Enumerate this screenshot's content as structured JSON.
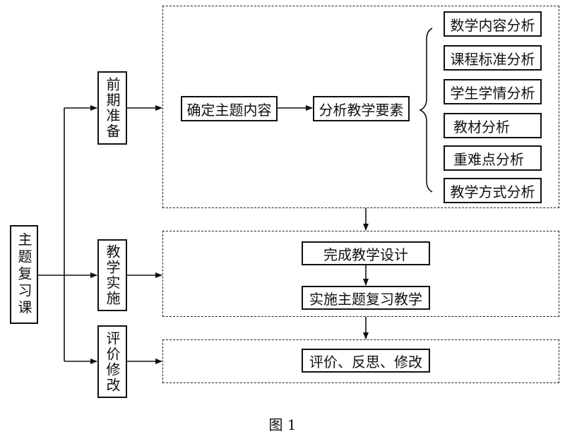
{
  "root": "主题复习课",
  "stages": [
    {
      "name": "stage-prep",
      "label": "前期准备"
    },
    {
      "name": "stage-implement",
      "label": "教学实施"
    },
    {
      "name": "stage-evaluate",
      "label": "评价修改"
    }
  ],
  "prep": {
    "determine": "确定主题内容",
    "analyze": "分析教学要素",
    "elements": [
      "数学内容分析",
      "课程标准分析",
      "学生学情分析",
      "教材分析",
      "重难点分析",
      "教学方式分析"
    ]
  },
  "implement": {
    "design": "完成教学设计",
    "teach": "实施主题复习教学"
  },
  "evaluate": {
    "reflect": "评价、反思、修改"
  },
  "caption": "图 1"
}
